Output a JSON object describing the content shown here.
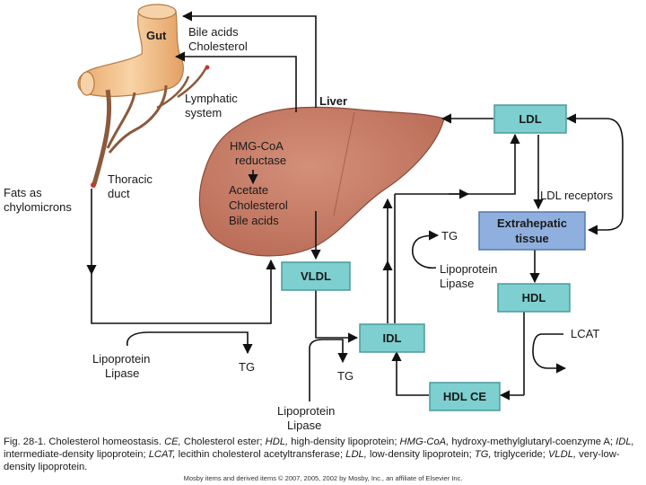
{
  "labels": {
    "gut": "Gut",
    "bile_acids": "Bile acids",
    "cholesterol": "Cholesterol",
    "lymphatic_1": "Lymphatic",
    "lymphatic_2": "system",
    "liver": "Liver",
    "hmg_1": "HMG-CoA",
    "hmg_2": "reductase",
    "acetate": "Acetate",
    "liver_cholesterol": "Cholesterol",
    "liver_bile_acids": "Bile acids",
    "thoracic_1": "Thoracic",
    "thoracic_2": "duct",
    "fats_1": "Fats as",
    "fats_2": "chylomicrons",
    "lipase_left_1": "Lipoprotein",
    "lipase_left_2": "Lipase",
    "tg_left": "TG",
    "lipase_mid_1": "Lipoprotein",
    "lipase_mid_2": "Lipase",
    "tg_mid": "TG",
    "tg_right": "TG",
    "lipase_right_1": "Lipoprotein",
    "lipase_right_2": "Lipase",
    "ldl_receptors": "LDL receptors",
    "lcat": "LCAT"
  },
  "boxes": {
    "ldl": "LDL",
    "vldl": "VLDL",
    "idl": "IDL",
    "extrahepatic_1": "Extrahepatic",
    "extrahepatic_2": "tissue",
    "hdl": "HDL",
    "hdl_ce": "HDL CE"
  },
  "colors": {
    "box_teal": "#7ecfcf",
    "box_blue": "#8fb0de",
    "liver_fill": "#c8806a",
    "gut_fill": "#f3c79a"
  },
  "caption": {
    "fig_label": "Fig. 28-1.",
    "text_1": "Cholesterol homeostasis.",
    "abbr_ce": "CE,",
    "text_2": "Cholesterol ester;",
    "abbr_hdl": "HDL,",
    "text_3": "high-density lipoprotein;",
    "abbr_hmg": "HMG-CoA,",
    "text_4": "hydroxy-methylglutaryl-coenzyme A;",
    "abbr_idl": "IDL,",
    "text_5": "intermediate-density lipoprotein;",
    "abbr_lcat": "LCAT,",
    "text_6": "lecithin cholesterol acetyltransferase;",
    "abbr_ldl": "LDL,",
    "text_7": "low-density lipoprotein;",
    "abbr_tg": "TG,",
    "text_8": "triglyceride;",
    "abbr_vldl": "VLDL,",
    "text_9": "very-low-density lipoprotein."
  },
  "credit": "Mosby items and derived items © 2007, 2005, 2002 by Mosby, Inc., an affiliate of Elsevier Inc."
}
